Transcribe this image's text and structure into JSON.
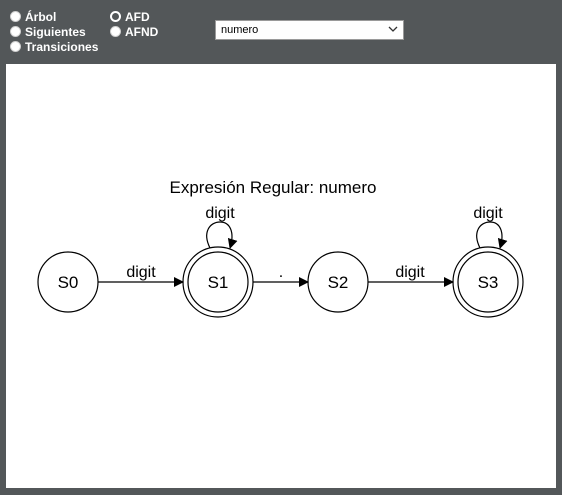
{
  "view_options": {
    "left": [
      {
        "label": "Árbol",
        "checked": false
      },
      {
        "label": "Siguientes",
        "checked": false
      },
      {
        "label": "Transiciones",
        "checked": false
      }
    ],
    "right": [
      {
        "label": "AFD",
        "checked": true
      },
      {
        "label": "AFND",
        "checked": false
      }
    ]
  },
  "regex_select": {
    "value": "numero"
  },
  "graph": {
    "title": "Expresión Regular: numero",
    "states": [
      {
        "id": "S0",
        "accepting": false
      },
      {
        "id": "S1",
        "accepting": true
      },
      {
        "id": "S2",
        "accepting": false
      },
      {
        "id": "S3",
        "accepting": true
      }
    ],
    "transitions": [
      {
        "from": "S0",
        "to": "S1",
        "label": "digit"
      },
      {
        "from": "S1",
        "to": "S1",
        "label": "digit"
      },
      {
        "from": "S1",
        "to": "S2",
        "label": "."
      },
      {
        "from": "S2",
        "to": "S3",
        "label": "digit"
      },
      {
        "from": "S3",
        "to": "S3",
        "label": "digit"
      }
    ]
  }
}
